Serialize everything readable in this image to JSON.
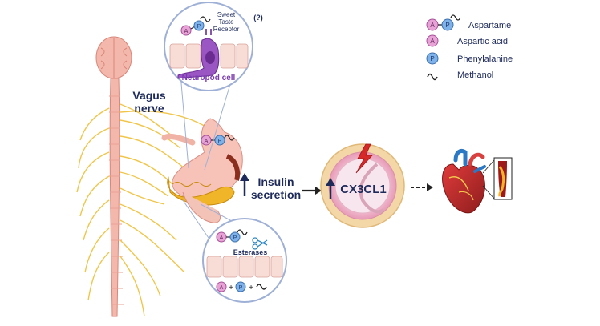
{
  "labels": {
    "vagus_line1": "Vagus",
    "vagus_line2": "nerve",
    "sweet_line1": "Sweet",
    "sweet_line2": "Taste",
    "sweet_line3": "Receptor",
    "question": "(?)",
    "neuropod": "Neuropod cell",
    "insulin_line1": "Insulin",
    "insulin_line2": "secretion",
    "cx3cl1": "CX3CL1",
    "esterases": "Esterases",
    "plus": "+"
  },
  "legend": {
    "aspartame": "Aspartame",
    "aspartic_acid": "Aspartic acid",
    "phenylalanine": "Phenylalanine",
    "methanol": "Methanol"
  },
  "badges": {
    "a": "A",
    "p": "P"
  },
  "colors": {
    "aspartic": "#e7a3d6",
    "phenyl": "#7fb2e8",
    "nerve": "#f0c64a",
    "spine": "#f3b8ab",
    "intestine": "#f0b528",
    "stomach": "#f7c3b9",
    "neuropod": "#9a57c4",
    "vessel": "#f4d7a6",
    "lightning": "#d62828",
    "navy": "#1d2a5a"
  }
}
